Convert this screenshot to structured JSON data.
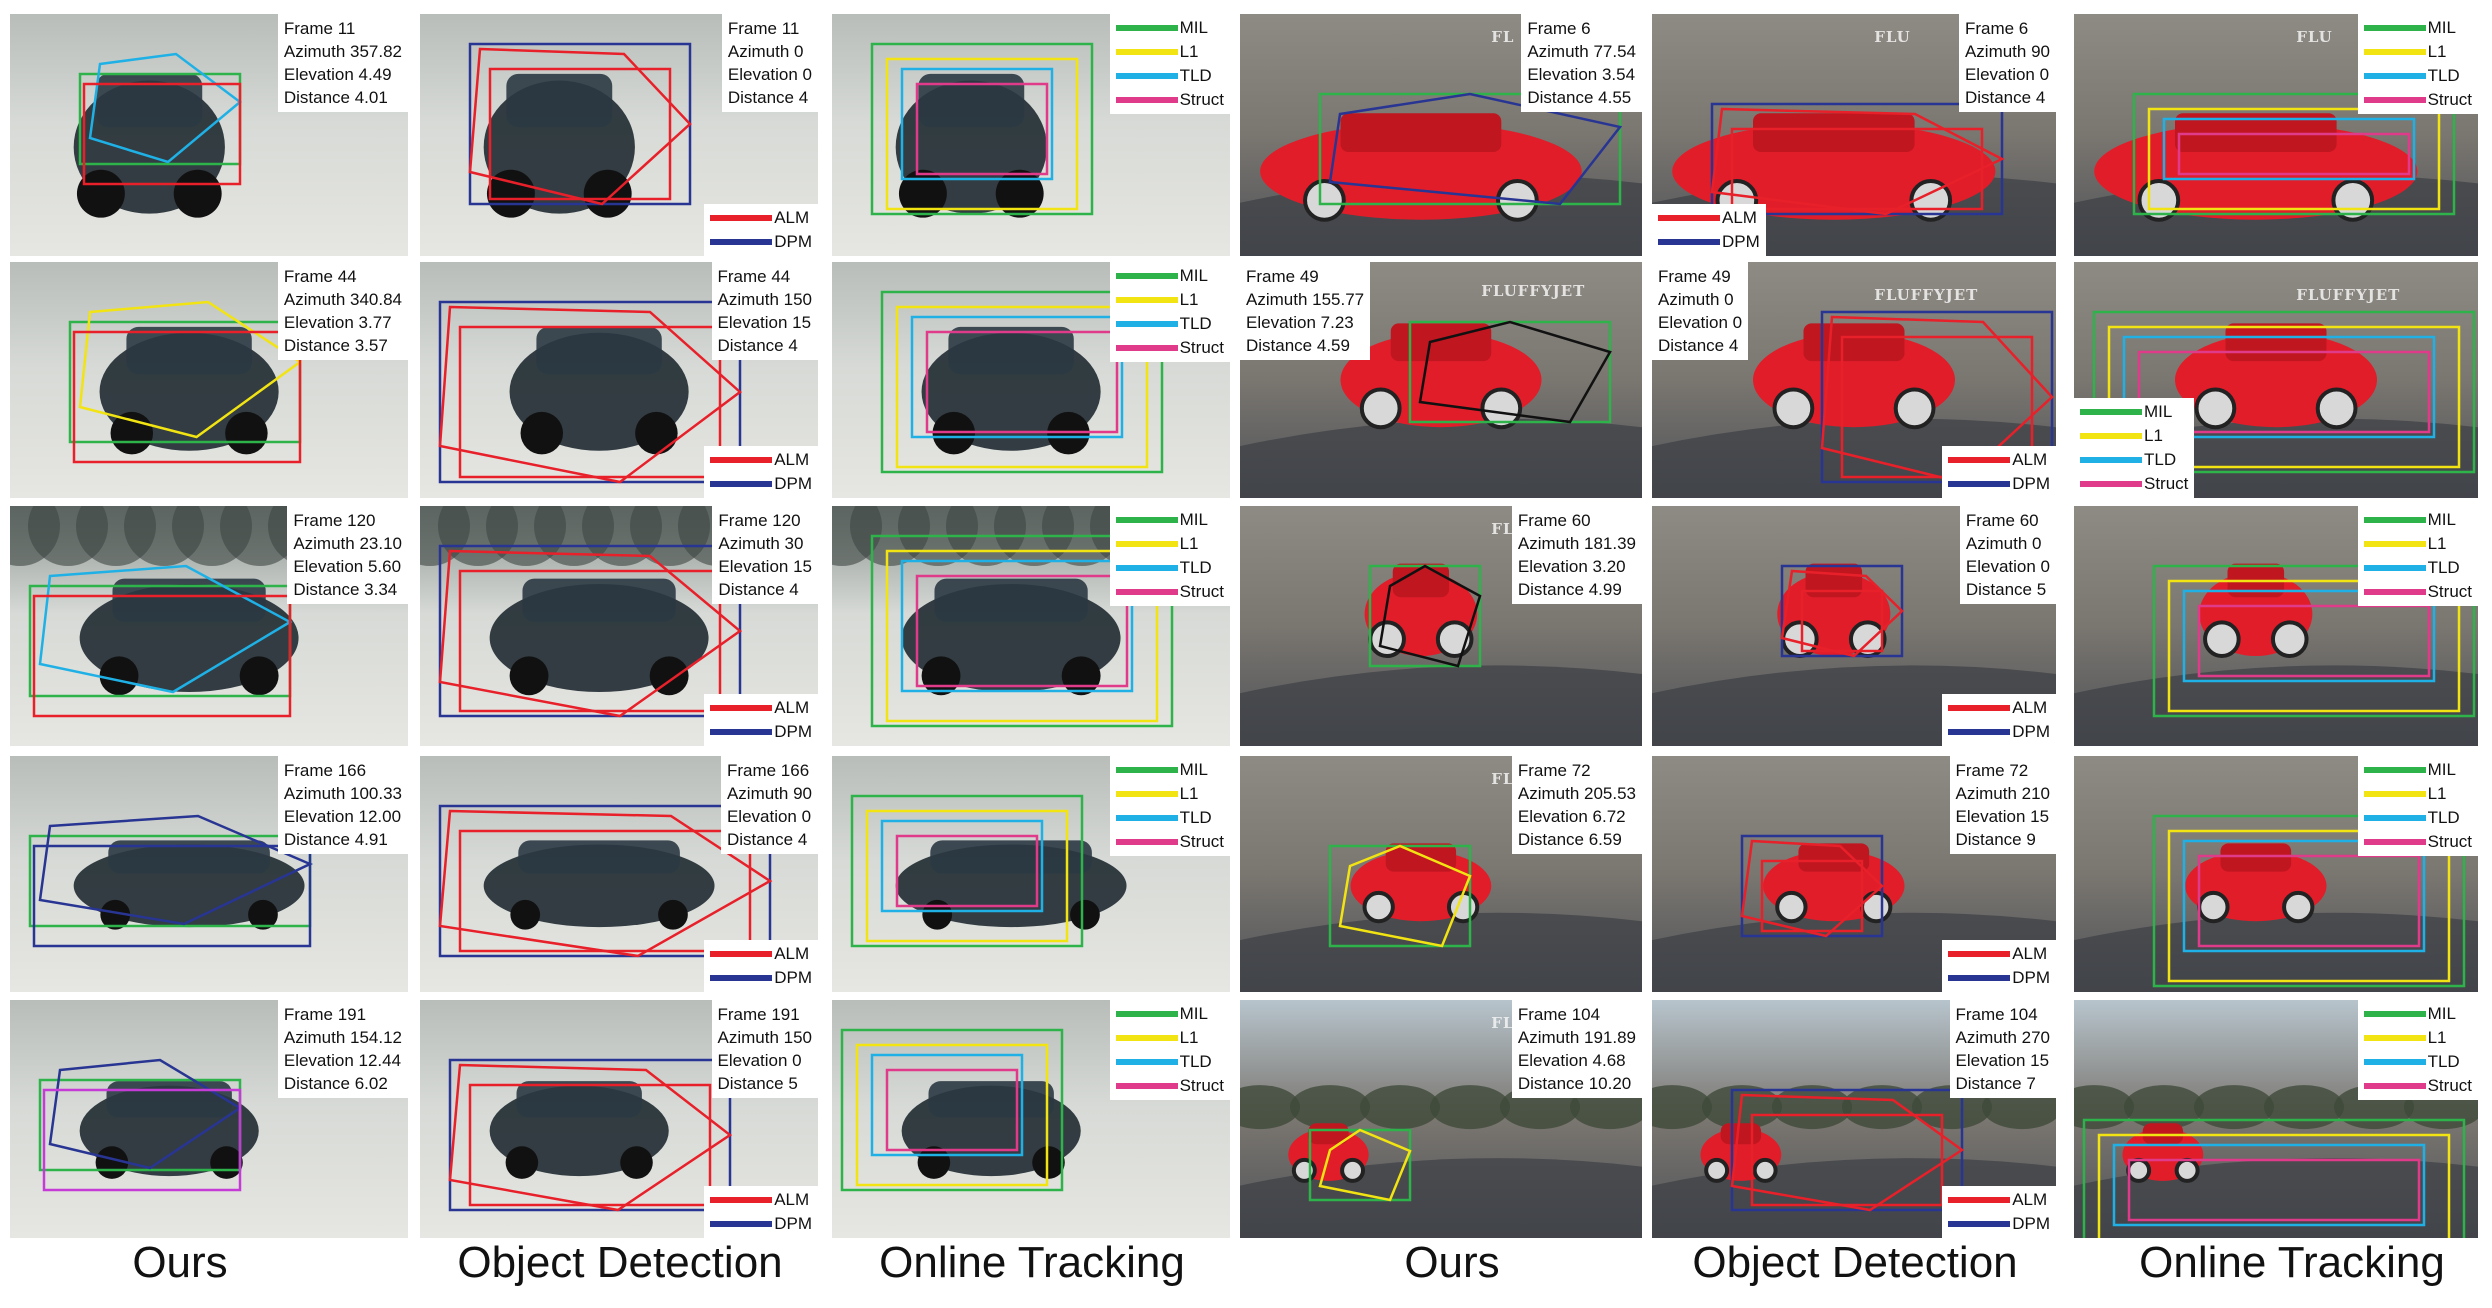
{
  "legend_detection": [
    {
      "label": "ALM",
      "color": "#e8202a"
    },
    {
      "label": "DPM",
      "color": "#283593"
    }
  ],
  "legend_tracking": [
    {
      "label": "MIL",
      "color": "#2db34a"
    },
    {
      "label": "L1",
      "color": "#f2e312"
    },
    {
      "label": "TLD",
      "color": "#1fb1e6"
    },
    {
      "label": "Struct",
      "color": "#e03a8a"
    }
  ],
  "columns": [
    {
      "id": "bmw-ours",
      "caption": "Ours",
      "kind": "ours",
      "scene": "snow"
    },
    {
      "id": "bmw-det",
      "caption": "Object Detection",
      "kind": "det",
      "scene": "snow"
    },
    {
      "id": "bmw-trk",
      "caption": "Online Tracking",
      "kind": "trk",
      "scene": "snow"
    },
    {
      "id": "race-ours",
      "caption": "Ours",
      "kind": "ours",
      "scene": "track"
    },
    {
      "id": "race-det",
      "caption": "Object Detection",
      "kind": "det",
      "scene": "track"
    },
    {
      "id": "race-trk",
      "caption": "Online Tracking",
      "kind": "trk",
      "scene": "track"
    }
  ],
  "bmw_ours": [
    [
      "Frame 11",
      "Azimuth 357.82",
      "Elevation 4.49",
      "Distance 4.01"
    ],
    [
      "Frame 44",
      "Azimuth 340.84",
      "Elevation 3.77",
      "Distance 3.57"
    ],
    [
      "Frame 120",
      "Azimuth 23.10",
      "Elevation 5.60",
      "Distance 3.34"
    ],
    [
      "Frame 166",
      "Azimuth 100.33",
      "Elevation 12.00",
      "Distance 4.91"
    ],
    [
      "Frame 191",
      "Azimuth 154.12",
      "Elevation 12.44",
      "Distance 6.02"
    ]
  ],
  "bmw_det": [
    [
      "Frame 11",
      "Azimuth 0",
      "Elevation 0",
      "Distance 4"
    ],
    [
      "Frame 44",
      "Azimuth 150",
      "Elevation 15",
      "Distance 4"
    ],
    [
      "Frame 120",
      "Azimuth 30",
      "Elevation 15",
      "Distance 4"
    ],
    [
      "Frame 166",
      "Azimuth 90",
      "Elevation 0",
      "Distance 4"
    ],
    [
      "Frame 191",
      "Azimuth 150",
      "Elevation 0",
      "Distance 5"
    ]
  ],
  "race_ours": [
    [
      "Frame 6",
      "Azimuth 77.54",
      "Elevation 3.54",
      "Distance 4.55"
    ],
    [
      "Frame 49",
      "Azimuth 155.77",
      "Elevation 7.23",
      "Distance 4.59"
    ],
    [
      "Frame 60",
      "Azimuth 181.39",
      "Elevation 3.20",
      "Distance 4.99"
    ],
    [
      "Frame 72",
      "Azimuth 205.53",
      "Elevation 6.72",
      "Distance 6.59"
    ],
    [
      "Frame 104",
      "Azimuth 191.89",
      "Elevation 4.68",
      "Distance 10.20"
    ]
  ],
  "race_det": [
    [
      "Frame 6",
      "Azimuth 90",
      "Elevation 0",
      "Distance 4"
    ],
    [
      "Frame 49",
      "Azimuth 0",
      "Elevation 0",
      "Distance 4"
    ],
    [
      "Frame 60",
      "Azimuth 0",
      "Elevation 0",
      "Distance 5"
    ],
    [
      "Frame 72",
      "Azimuth 210",
      "Elevation 15",
      "Distance 9"
    ],
    [
      "Frame 104",
      "Azimuth 270",
      "Elevation 15",
      "Distance 7"
    ]
  ],
  "watermarks": {
    "fluffyjet": "FLUFFYJET",
    "fl": "FL",
    "flu": "FLU"
  }
}
